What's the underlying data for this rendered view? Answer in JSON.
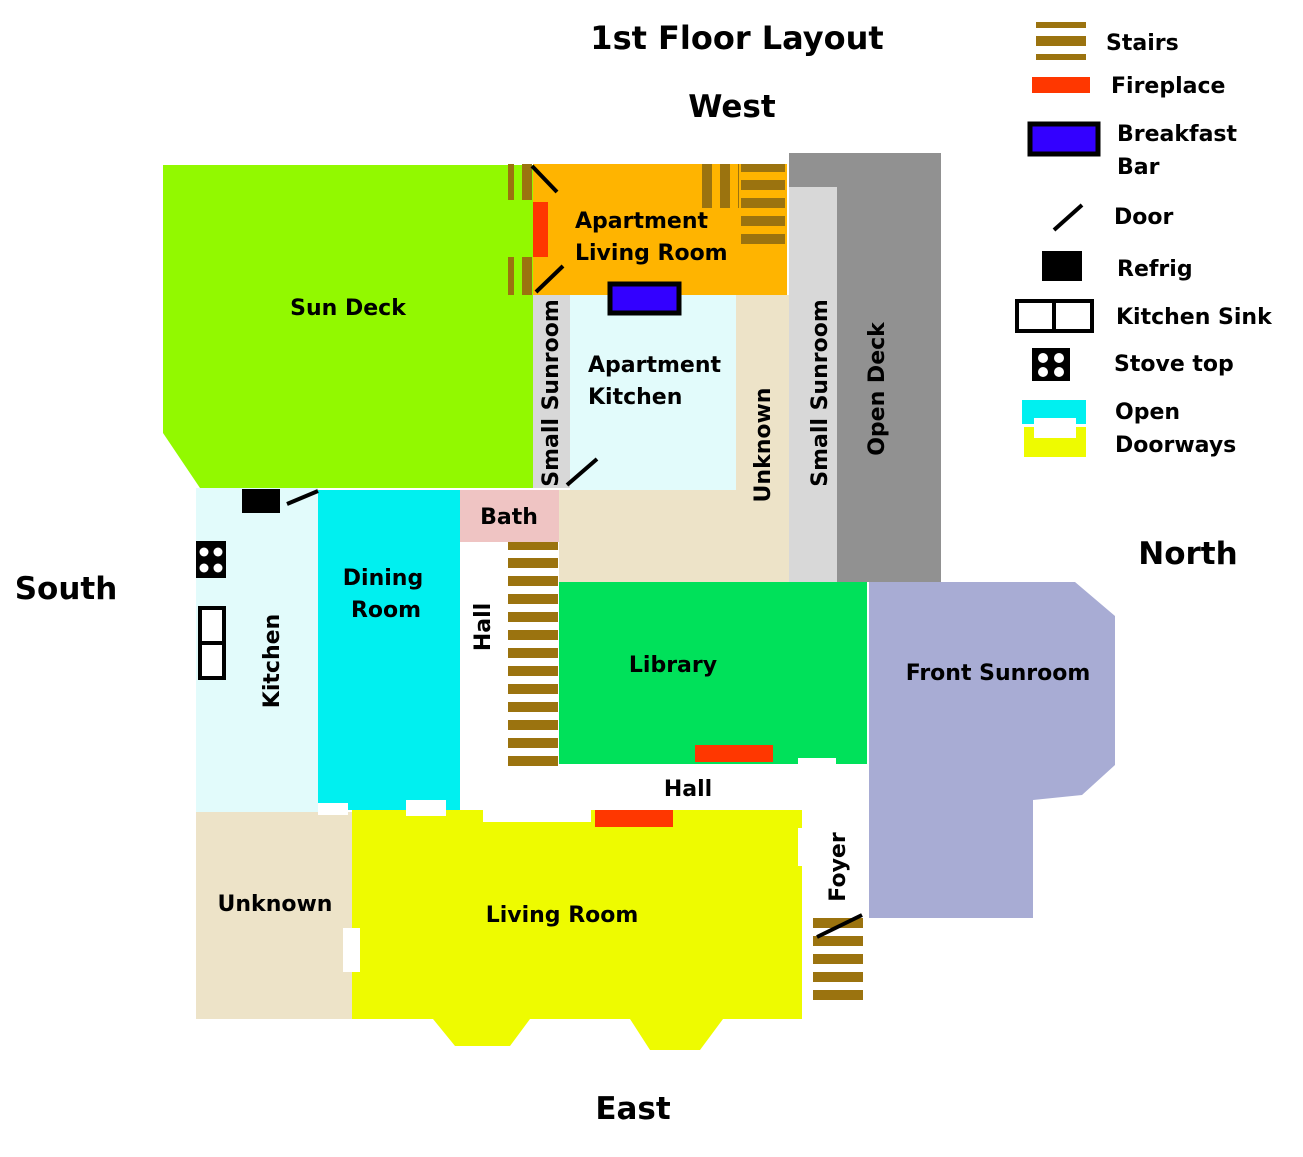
{
  "title": "1st Floor Layout",
  "compass": {
    "west": "West",
    "south": "South",
    "north": "North",
    "east": "East"
  },
  "rooms": {
    "sun_deck": "Sun Deck",
    "apt_living_1": "Apartment",
    "apt_living_2": "Living Room",
    "apt_kitchen_1": "Apartment",
    "apt_kitchen_2": "Kitchen",
    "small_sunroom_a": "Small Sunroom",
    "unknown_upper": "Unknown",
    "small_sunroom_b": "Small Sunroom",
    "open_deck": "Open Deck",
    "bath": "Bath",
    "dining_1": "Dining",
    "dining_2": "Room",
    "kitchen": "Kitchen",
    "hall_vertical": "Hall",
    "library": "Library",
    "front_sunroom": "Front Sunroom",
    "hall_horizontal": "Hall",
    "foyer": "Foyer",
    "unknown_lower": "Unknown",
    "living_room": "Living Room"
  },
  "legend": {
    "stairs": "Stairs",
    "fireplace": "Fireplace",
    "breakfast_1": "Breakfast",
    "breakfast_2": "Bar",
    "door": "Door",
    "refrig": "Refrig",
    "sink": "Kitchen Sink",
    "stove": "Stove top",
    "open_1": "Open",
    "open_2": "Doorways"
  },
  "colors": {
    "sun_deck": "#92f900",
    "apartment_living": "#ffb400",
    "apartment_kitchen": "#e2fbfb",
    "small_sunroom": "#d8d8d8",
    "open_deck": "#919191",
    "unknown": "#ede3c8",
    "bath": "#efc4c3",
    "dining": "#00f0f0",
    "kitchen": "#e2fbfb",
    "library": "#00e15a",
    "front_sunroom": "#a8acd4",
    "living_room": "#eefb00",
    "stairs": "#9b730f",
    "fireplace": "#ff3700",
    "breakfast_bar": "#3300ff",
    "open_doorway_cyan": "#00f0f0",
    "open_doorway_yellow": "#eefb00"
  },
  "icons": [
    "stairs-icon",
    "fireplace-icon",
    "breakfast-bar-icon",
    "door-icon",
    "refrig-icon",
    "kitchen-sink-icon",
    "stove-top-icon",
    "open-doorway-icon"
  ]
}
